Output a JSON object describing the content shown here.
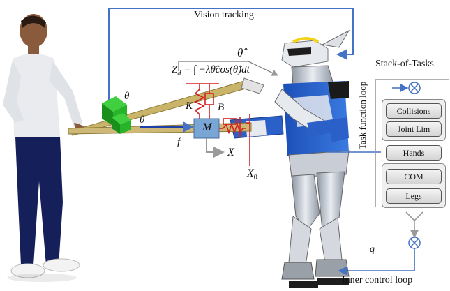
{
  "labels": {
    "vision_tracking": "Vision tracking",
    "theta_hat_top": "θ̂",
    "equation": "Z_d = ∫ −λθ̂cos(θ̂)dt",
    "stack_of_tasks": "Stack-of-Tasks",
    "task_function_loop": "Task function loop",
    "theta_upper": "θ",
    "theta_lower": "θ",
    "K": "K",
    "B": "B",
    "M": "M",
    "f": "f",
    "X": "X",
    "X0": "X",
    "X0_sub": "0",
    "q": "q",
    "inner_control_loop": "Inner control loop"
  },
  "equation_parts": {
    "lhs": "Z",
    "lhs_sub": "d",
    "rhs": " = ∫ −λθ̂cos(θ̂)dt"
  },
  "tasks": [
    "Collisions",
    "Joint Lim",
    "Hands",
    "COM",
    "Legs"
  ],
  "colors": {
    "arrow_blue": "#4472c4",
    "spring_red": "#d42020",
    "mass_box": "#7aa6d6",
    "gray_line": "#9a9a9a",
    "green_cube": "#1fa31f",
    "beam": "#c9b46a"
  }
}
